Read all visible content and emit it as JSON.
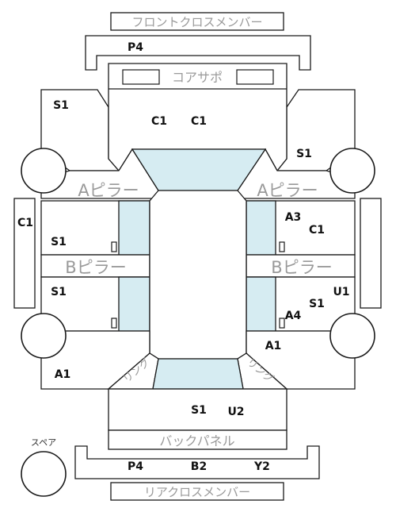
{
  "labels": {
    "front_cross_member": "フロントクロスメンバー",
    "core_support": "コアサポ",
    "a_pillar": "Aピラー",
    "b_pillar": "Bピラー",
    "ring": "リング",
    "back_panel": "バックパネル",
    "rear_cross_member": "リアクロスメンバー",
    "spare": "スペア"
  },
  "codes": {
    "p4_front": "P4",
    "s1_front_left": "S1",
    "c1_core_left": "C1",
    "c1_core_right": "C1",
    "s1_front_right": "S1",
    "c1_left_side": "C1",
    "s1_left_door_front": "S1",
    "a3": "A3",
    "c1_right_door_front": "C1",
    "s1_left_door_rear": "S1",
    "u1_right_side": "U1",
    "s1_right_door_rear": "S1",
    "a4": "A4",
    "a1_right_rear": "A1",
    "a1_left_rear": "A1",
    "s1_rear": "S1",
    "u2_rear": "U2",
    "p4_rear": "P4",
    "b2_rear": "B2",
    "y2_rear": "Y2"
  },
  "colors": {
    "glass": "#d6ecf2",
    "line": "#1a1a1a",
    "label_gray": "#9a9a9a"
  }
}
